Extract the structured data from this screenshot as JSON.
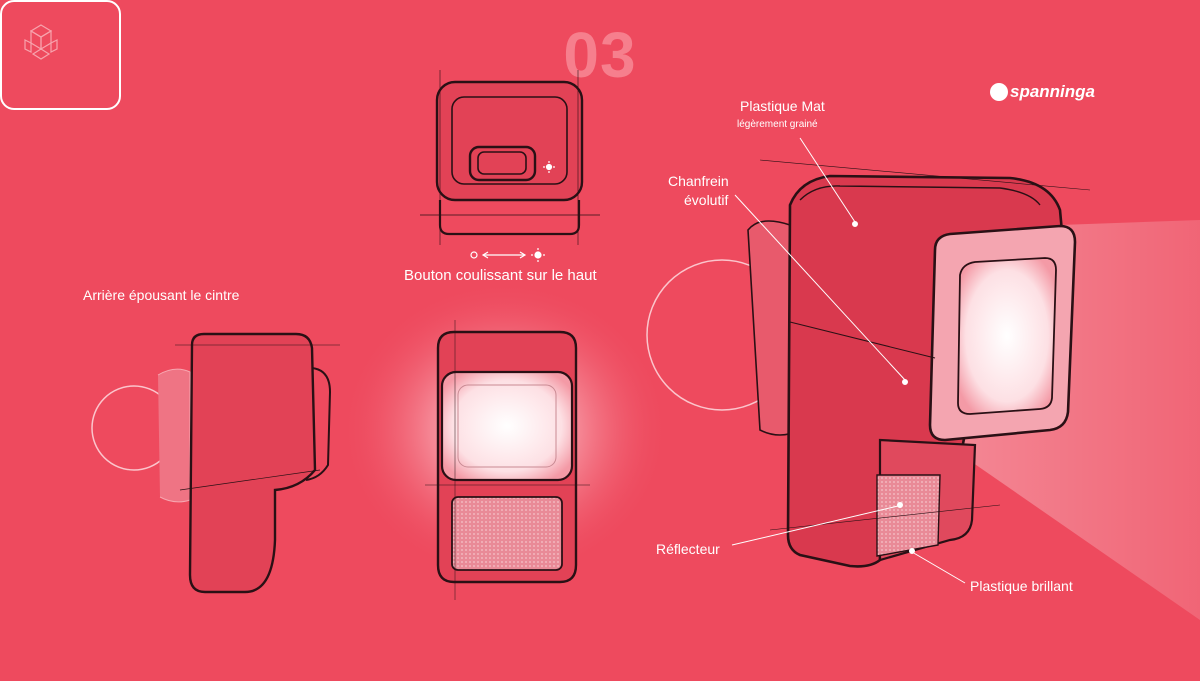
{
  "badge": {
    "number": "03"
  },
  "brand": {
    "name": "spanninga"
  },
  "labels": {
    "back": "Arrière épousant le cintre",
    "slider": "Bouton coulissant sur le haut",
    "matte": "Plastique Mat",
    "matte_sub": "légèrement grainé",
    "chamfer_line1": "Chanfrein",
    "chamfer_line2": "évolutif",
    "reflector": "Réflecteur",
    "glossy": "Plastique brillant"
  },
  "colors": {
    "background": "#ee4a5e",
    "badge_number": "#f67f8d",
    "line": "#ffffff"
  },
  "icons": [
    "cube-logo-icon",
    "spanninga-logo-icon",
    "sun-icon",
    "off-circle-icon"
  ]
}
